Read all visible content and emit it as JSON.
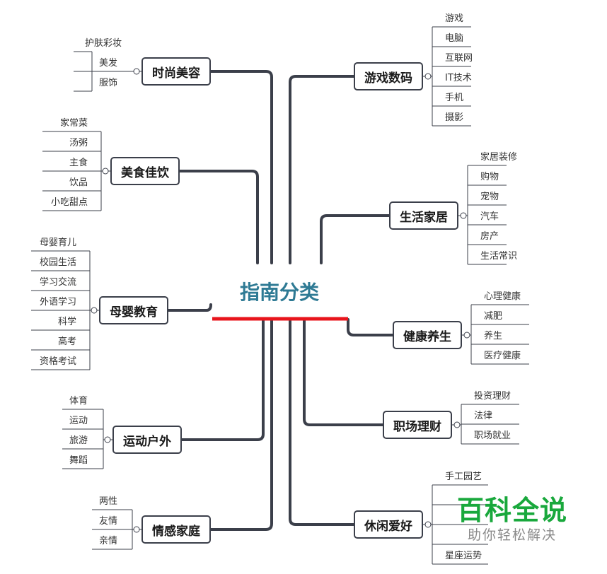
{
  "center": {
    "title": "指南分类"
  },
  "topics": {
    "fashion": {
      "label": "时尚美容",
      "children": [
        "护肤彩妆",
        "美发",
        "服饰"
      ]
    },
    "food": {
      "label": "美食佳饮",
      "children": [
        "家常菜",
        "汤粥",
        "主食",
        "饮品",
        "小吃甜点"
      ]
    },
    "parenting": {
      "label": "母婴教育",
      "children": [
        "母婴育儿",
        "校园生活",
        "学习交流",
        "外语学习",
        "科学",
        "高考",
        "资格考试"
      ]
    },
    "sports": {
      "label": "运动户外",
      "children": [
        "体育",
        "运动",
        "旅游",
        "舞蹈"
      ]
    },
    "emotion": {
      "label": "情感家庭",
      "children": [
        "两性",
        "友情",
        "亲情"
      ]
    },
    "games": {
      "label": "游戏数码",
      "children": [
        "游戏",
        "电脑",
        "互联网",
        "IT技术",
        "手机",
        "摄影"
      ]
    },
    "life": {
      "label": "生活家居",
      "children": [
        "家居装修",
        "购物",
        "宠物",
        "汽车",
        "房产",
        "生活常识"
      ]
    },
    "health": {
      "label": "健康养生",
      "children": [
        "心理健康",
        "减肥",
        "养生",
        "医疗健康"
      ]
    },
    "career": {
      "label": "职场理财",
      "children": [
        "投资理财",
        "法律",
        "职场就业"
      ]
    },
    "leisure": {
      "label": "休闲爱好",
      "children": [
        "手工园艺",
        "星座运势"
      ]
    }
  },
  "watermark": {
    "main": "百科全说",
    "sub": "助你轻松解决"
  },
  "colors": {
    "line": "#3b3f4a",
    "center_text": "#2e7a94",
    "underline": "#e8141c",
    "watermark": "#19a83c"
  }
}
